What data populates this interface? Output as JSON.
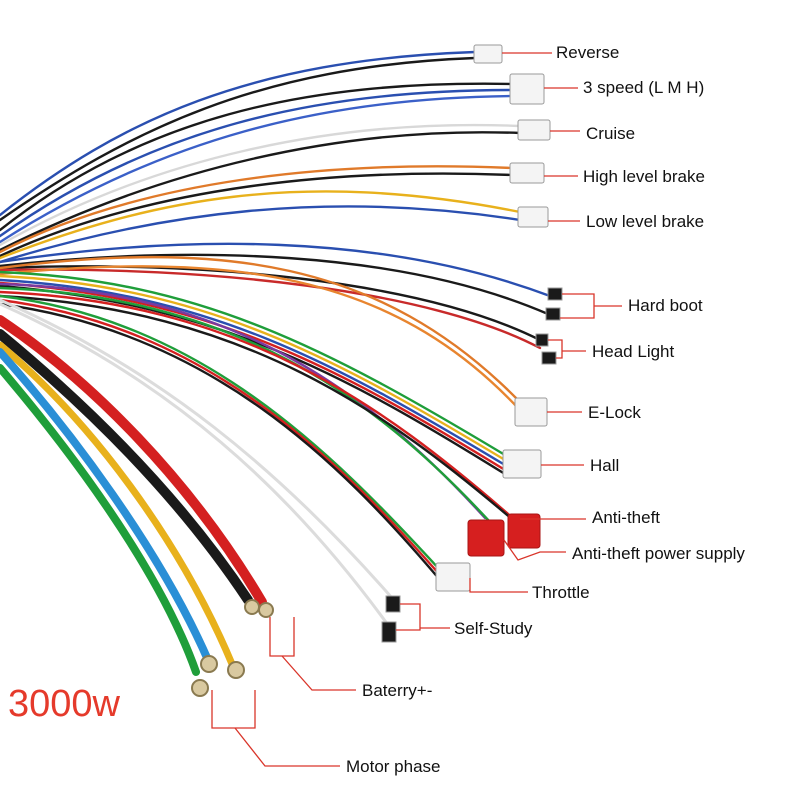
{
  "labels": {
    "reverse": "Reverse",
    "three_speed": "3 speed (L M H)",
    "cruise": "Cruise",
    "high_brake": "High level brake",
    "low_brake": "Low level brake",
    "hard_boot": "Hard boot",
    "head_light": "Head Light",
    "e_lock": "E-Lock",
    "hall": "Hall",
    "anti_theft": "Anti-theft",
    "anti_theft_power": "Anti-theft power  supply",
    "throttle": "Throttle",
    "self_study": "Self-Study",
    "battery": "Baterry+-",
    "motor_phase": "Motor phase"
  },
  "power_rating": "3000w",
  "colors": {
    "leader": "#d9352a",
    "power_text": "#e53a2b",
    "wire_blue": "#2a4fb0",
    "wire_black": "#1a1a1a",
    "wire_white": "#e6e6e6",
    "wire_orange": "#e07a2a",
    "wire_yellow": "#e8b11c",
    "wire_red": "#d42020",
    "wire_green": "#1f9e3a",
    "wire_purple": "#7a3aa0",
    "connector_white": "#f4f4f4",
    "connector_red": "#d61f1f"
  }
}
